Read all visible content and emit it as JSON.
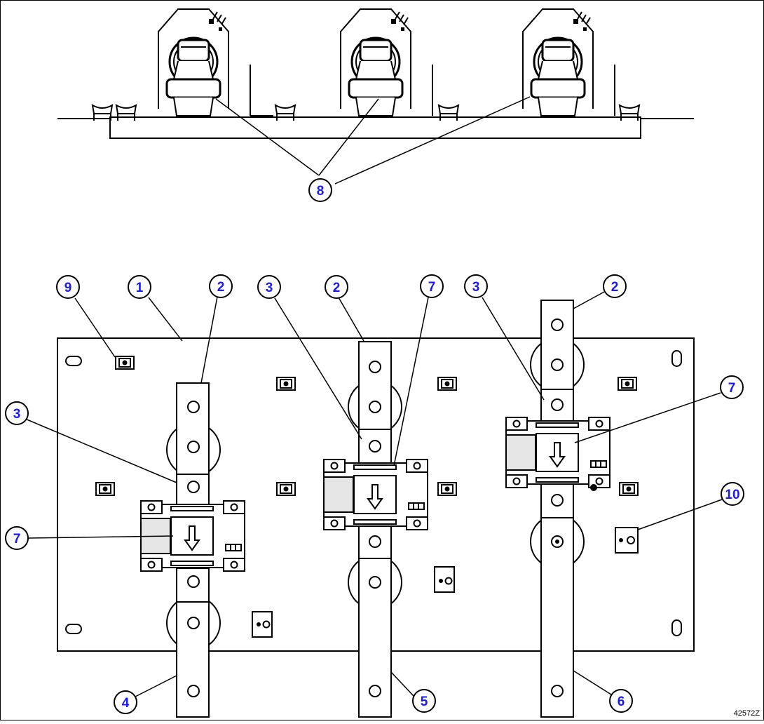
{
  "figure_id": "42572Z",
  "callouts": [
    "1",
    "2",
    "2",
    "2",
    "3",
    "3",
    "3",
    "4",
    "5",
    "6",
    "7",
    "7",
    "7",
    "8",
    "9",
    "10"
  ],
  "colors": {
    "line": "#000000",
    "callout_text": "#1a1aee",
    "callout_fill": "#ffffff",
    "shade": "#e6e6e6"
  }
}
